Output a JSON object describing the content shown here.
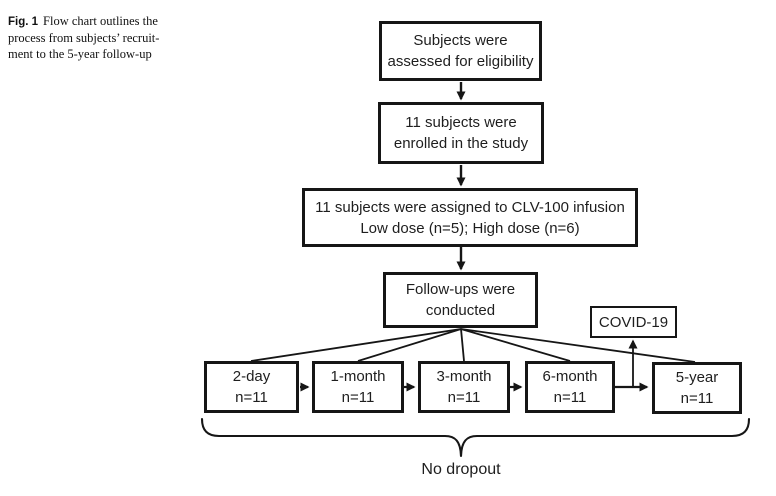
{
  "caption": {
    "label": "Fig. 1",
    "lines": [
      "Flow chart outlines the",
      "process from subjects’ recruit-",
      "ment to the 5-year follow-up"
    ]
  },
  "flowchart": {
    "eligibility": {
      "line1": "Subjects were",
      "line2": "assessed for eligibility"
    },
    "enrolled": {
      "line1": "11 subjects were",
      "line2": "enrolled in the study"
    },
    "assigned": {
      "line1": "11 subjects were assigned to CLV-100 infusion",
      "line2": "Low dose (n=5); High dose (n=6)"
    },
    "followups": {
      "line1": "Follow-ups were",
      "line2": "conducted"
    },
    "covid_label": "COVID-19",
    "timepoints": [
      {
        "line1": "2-day",
        "line2": "n=11"
      },
      {
        "line1": "1-month",
        "line2": "n=11"
      },
      {
        "line1": "3-month",
        "line2": "n=11"
      },
      {
        "line1": "6-month",
        "line2": "n=11"
      },
      {
        "line1": "5-year",
        "line2": "n=11"
      }
    ],
    "brace_label": "No dropout"
  },
  "colors": {
    "ink": "#161616",
    "text": "#1e1e1e",
    "background": "#ffffff"
  }
}
